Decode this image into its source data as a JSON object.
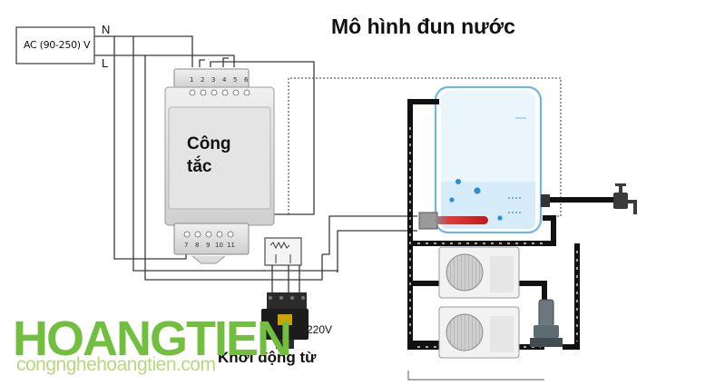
{
  "diagram": {
    "title": "Mô hình đun nước",
    "power_source_label": "AC (90-250) V",
    "neutral_label": "N",
    "line_label": "L",
    "switch_label": "Công tắc",
    "switch_top_terminals": [
      "1",
      "2",
      "3",
      "4",
      "5",
      "6"
    ],
    "switch_bottom_terminals": [
      "7",
      "8",
      "9",
      "10",
      "11"
    ],
    "contactor_voltage_label": "220V",
    "contactor_label": "Khởi động từ"
  },
  "watermark": {
    "brand_text": "HOANGTIEN",
    "site_text": "congnghehoangtien.com"
  },
  "colors": {
    "wire": "#3a3a3a",
    "pipe": "#111111",
    "tank_outline": "#6fb6e6",
    "heater": "#d8202c",
    "brand": "#72be3f"
  }
}
